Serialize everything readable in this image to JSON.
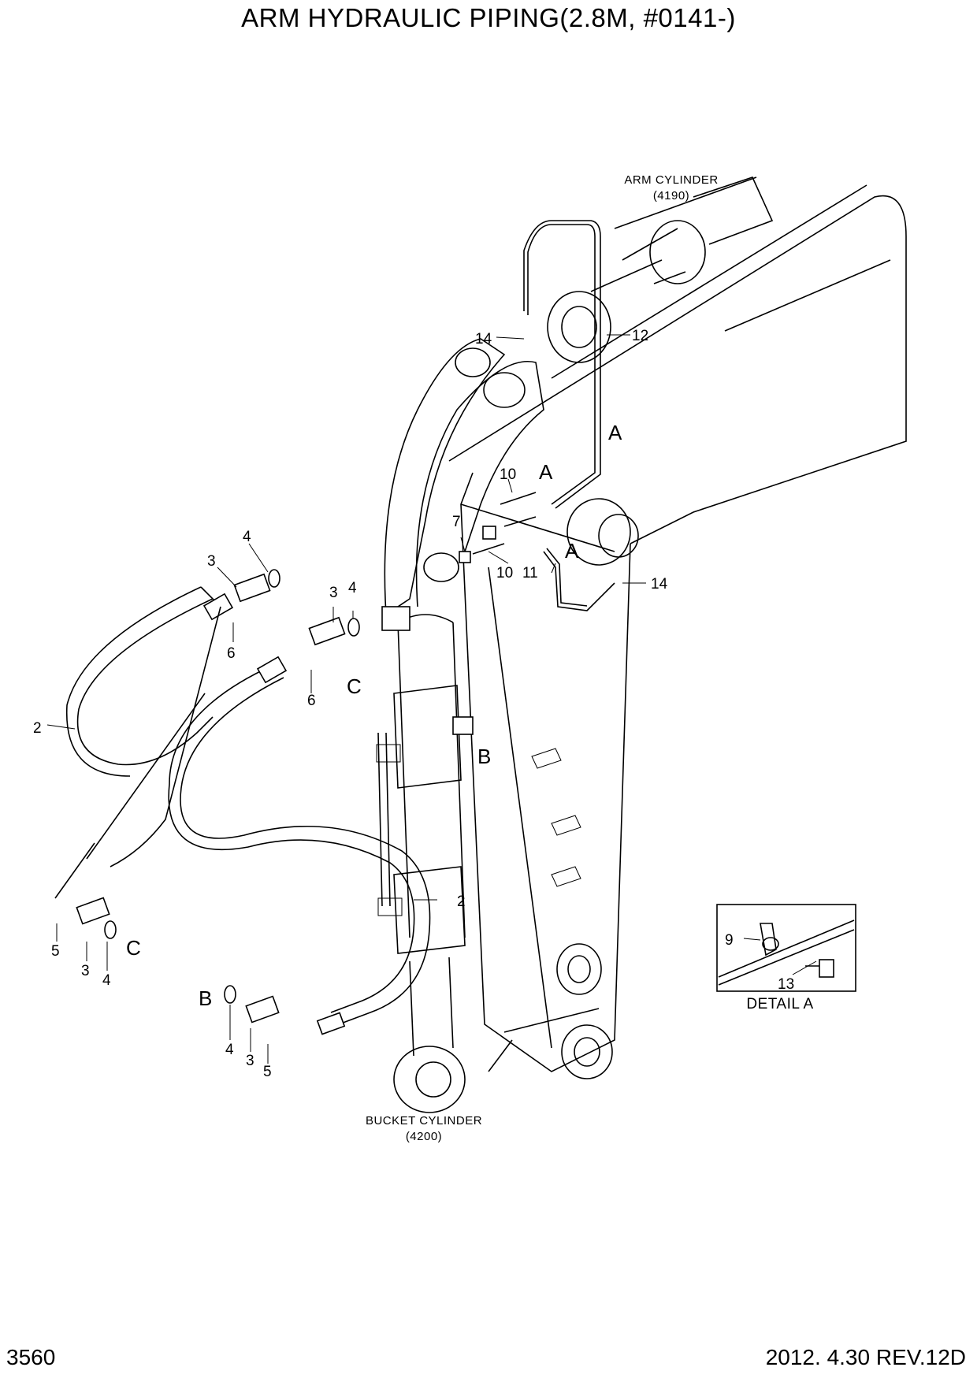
{
  "title": "ARM HYDRAULIC PIPING(2.8M, #0141-)",
  "page_number": "3560",
  "revision": "2012. 4.30  REV.12D",
  "components": {
    "arm_cylinder": {
      "name": "ARM CYLINDER",
      "code": "(4190)"
    },
    "bucket_cylinder": {
      "name": "BUCKET CYLINDER",
      "code": "(4200)"
    }
  },
  "detail": {
    "label": "DETAIL  A",
    "part_9": "9",
    "part_13": "13"
  },
  "callouts": {
    "c2a": "2",
    "c2b": "2",
    "c3a": "3",
    "c3b": "3",
    "c3c": "3",
    "c3d": "3",
    "c4a": "4",
    "c4b": "4",
    "c4c": "4",
    "c4d": "4",
    "c5a": "5",
    "c5b": "5",
    "c6a": "6",
    "c6b": "6",
    "c7": "7",
    "c10a": "10",
    "c10b": "10",
    "c11": "11",
    "c12": "12",
    "c14a": "14",
    "c14b": "14"
  },
  "refs": {
    "a1": "A",
    "a2": "A",
    "a3": "A",
    "b1": "B",
    "b2": "B",
    "c1": "C",
    "c2": "C"
  }
}
